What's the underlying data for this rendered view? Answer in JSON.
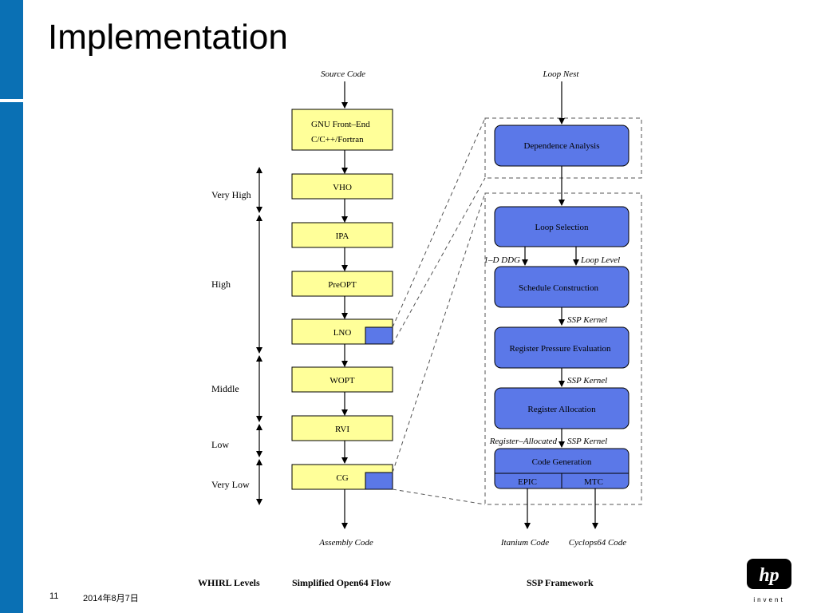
{
  "title": "Implementation",
  "footer": {
    "page": "11",
    "date": "2014年8月7日"
  },
  "logo": {
    "brand": "hp",
    "tagline": "invent"
  },
  "whirl": {
    "levels": [
      "Very High",
      "High",
      "Middle",
      "Low",
      "Very Low"
    ],
    "caption": "WHIRL Levels"
  },
  "flow": {
    "source": "Source Code",
    "frontend_line1": "GNU Front–End",
    "frontend_line2": "C/C++/Fortran",
    "stages": [
      "VHO",
      "IPA",
      "PreOPT",
      "LNO",
      "WOPT",
      "RVI",
      "CG"
    ],
    "output": "Assembly Code",
    "caption": "Simplified Open64 Flow"
  },
  "ssp": {
    "input": "Loop Nest",
    "dependence": "Dependence Analysis",
    "loop_selection": "Loop Selection",
    "ddg_label": "1–D DDG",
    "loop_level_label": "Loop Level",
    "schedule": "Schedule Construction",
    "kernel_label_1": "SSP Kernel",
    "pressure": "Register Pressure Evaluation",
    "kernel_label_2": "SSP Kernel",
    "allocation": "Register Allocation",
    "reg_alloc_label": "Register–Allocated",
    "kernel_label_3": "SSP Kernel",
    "codegen": "Code Generation",
    "epic": "EPIC",
    "mtc": "MTC",
    "out_itanium": "Itanium Code",
    "out_cyclops": "Cyclops64 Code",
    "caption": "SSP Framework"
  },
  "colors": {
    "sidebar": "#0a70b4",
    "yellow": "#ffff99",
    "blue": "#5b78e8"
  }
}
